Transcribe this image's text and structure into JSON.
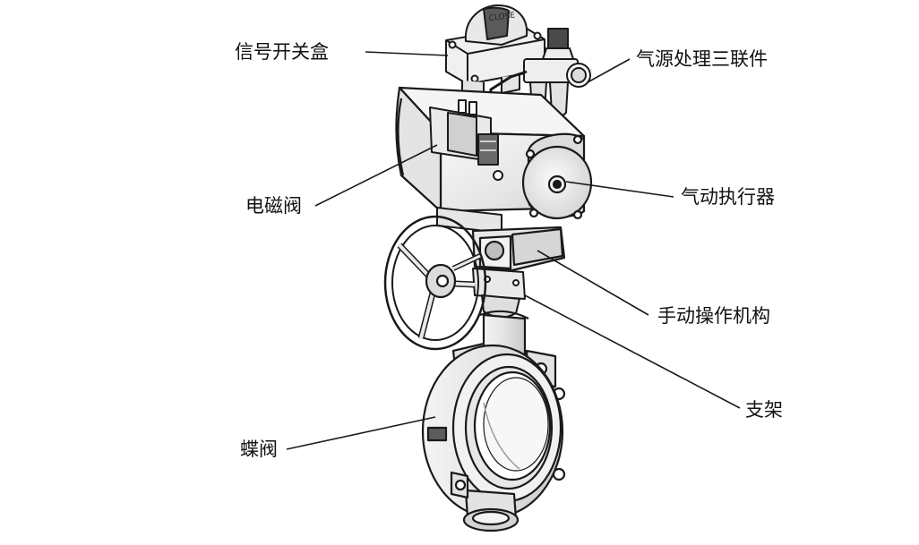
{
  "diagram": {
    "subject": "pneumatic-butterfly-valve-assembly",
    "labels": {
      "signal_switch_box": "信号开关盒",
      "air_source_treatment_unit": "气源处理三联件",
      "solenoid_valve": "电磁阀",
      "pneumatic_actuator": "气动执行器",
      "manual_operator": "手动操作机构",
      "bracket": "支架",
      "butterfly_valve": "蝶阀"
    },
    "markings": {
      "indicator_text": "CLOSE"
    },
    "colors": {
      "line": "#1a1a1a",
      "fill_light": "#f2f2f2",
      "fill_mid": "#d9d9d9",
      "fill_dark": "#8a8a8a",
      "background": "#ffffff"
    }
  }
}
